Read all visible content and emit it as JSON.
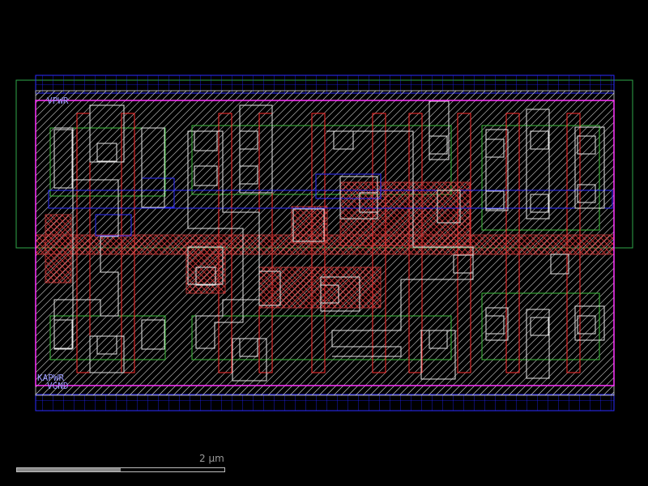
{
  "labels": {
    "power": "VPWR",
    "ground": "VGND",
    "ground_alt": "KAPWR"
  },
  "scale": {
    "text": "2 µm",
    "fill_fraction": 0.5
  },
  "colors": {
    "background": "#000000",
    "nwell": "#2fa84a",
    "diffusion": "#3cc13c",
    "poly": "#ff2a2a",
    "li": "#d8d8d8",
    "metal1": "#2b2bff",
    "boundary": "#ff33ff",
    "text_label": "#9a9aff",
    "scale": "#9a9a9a"
  }
}
